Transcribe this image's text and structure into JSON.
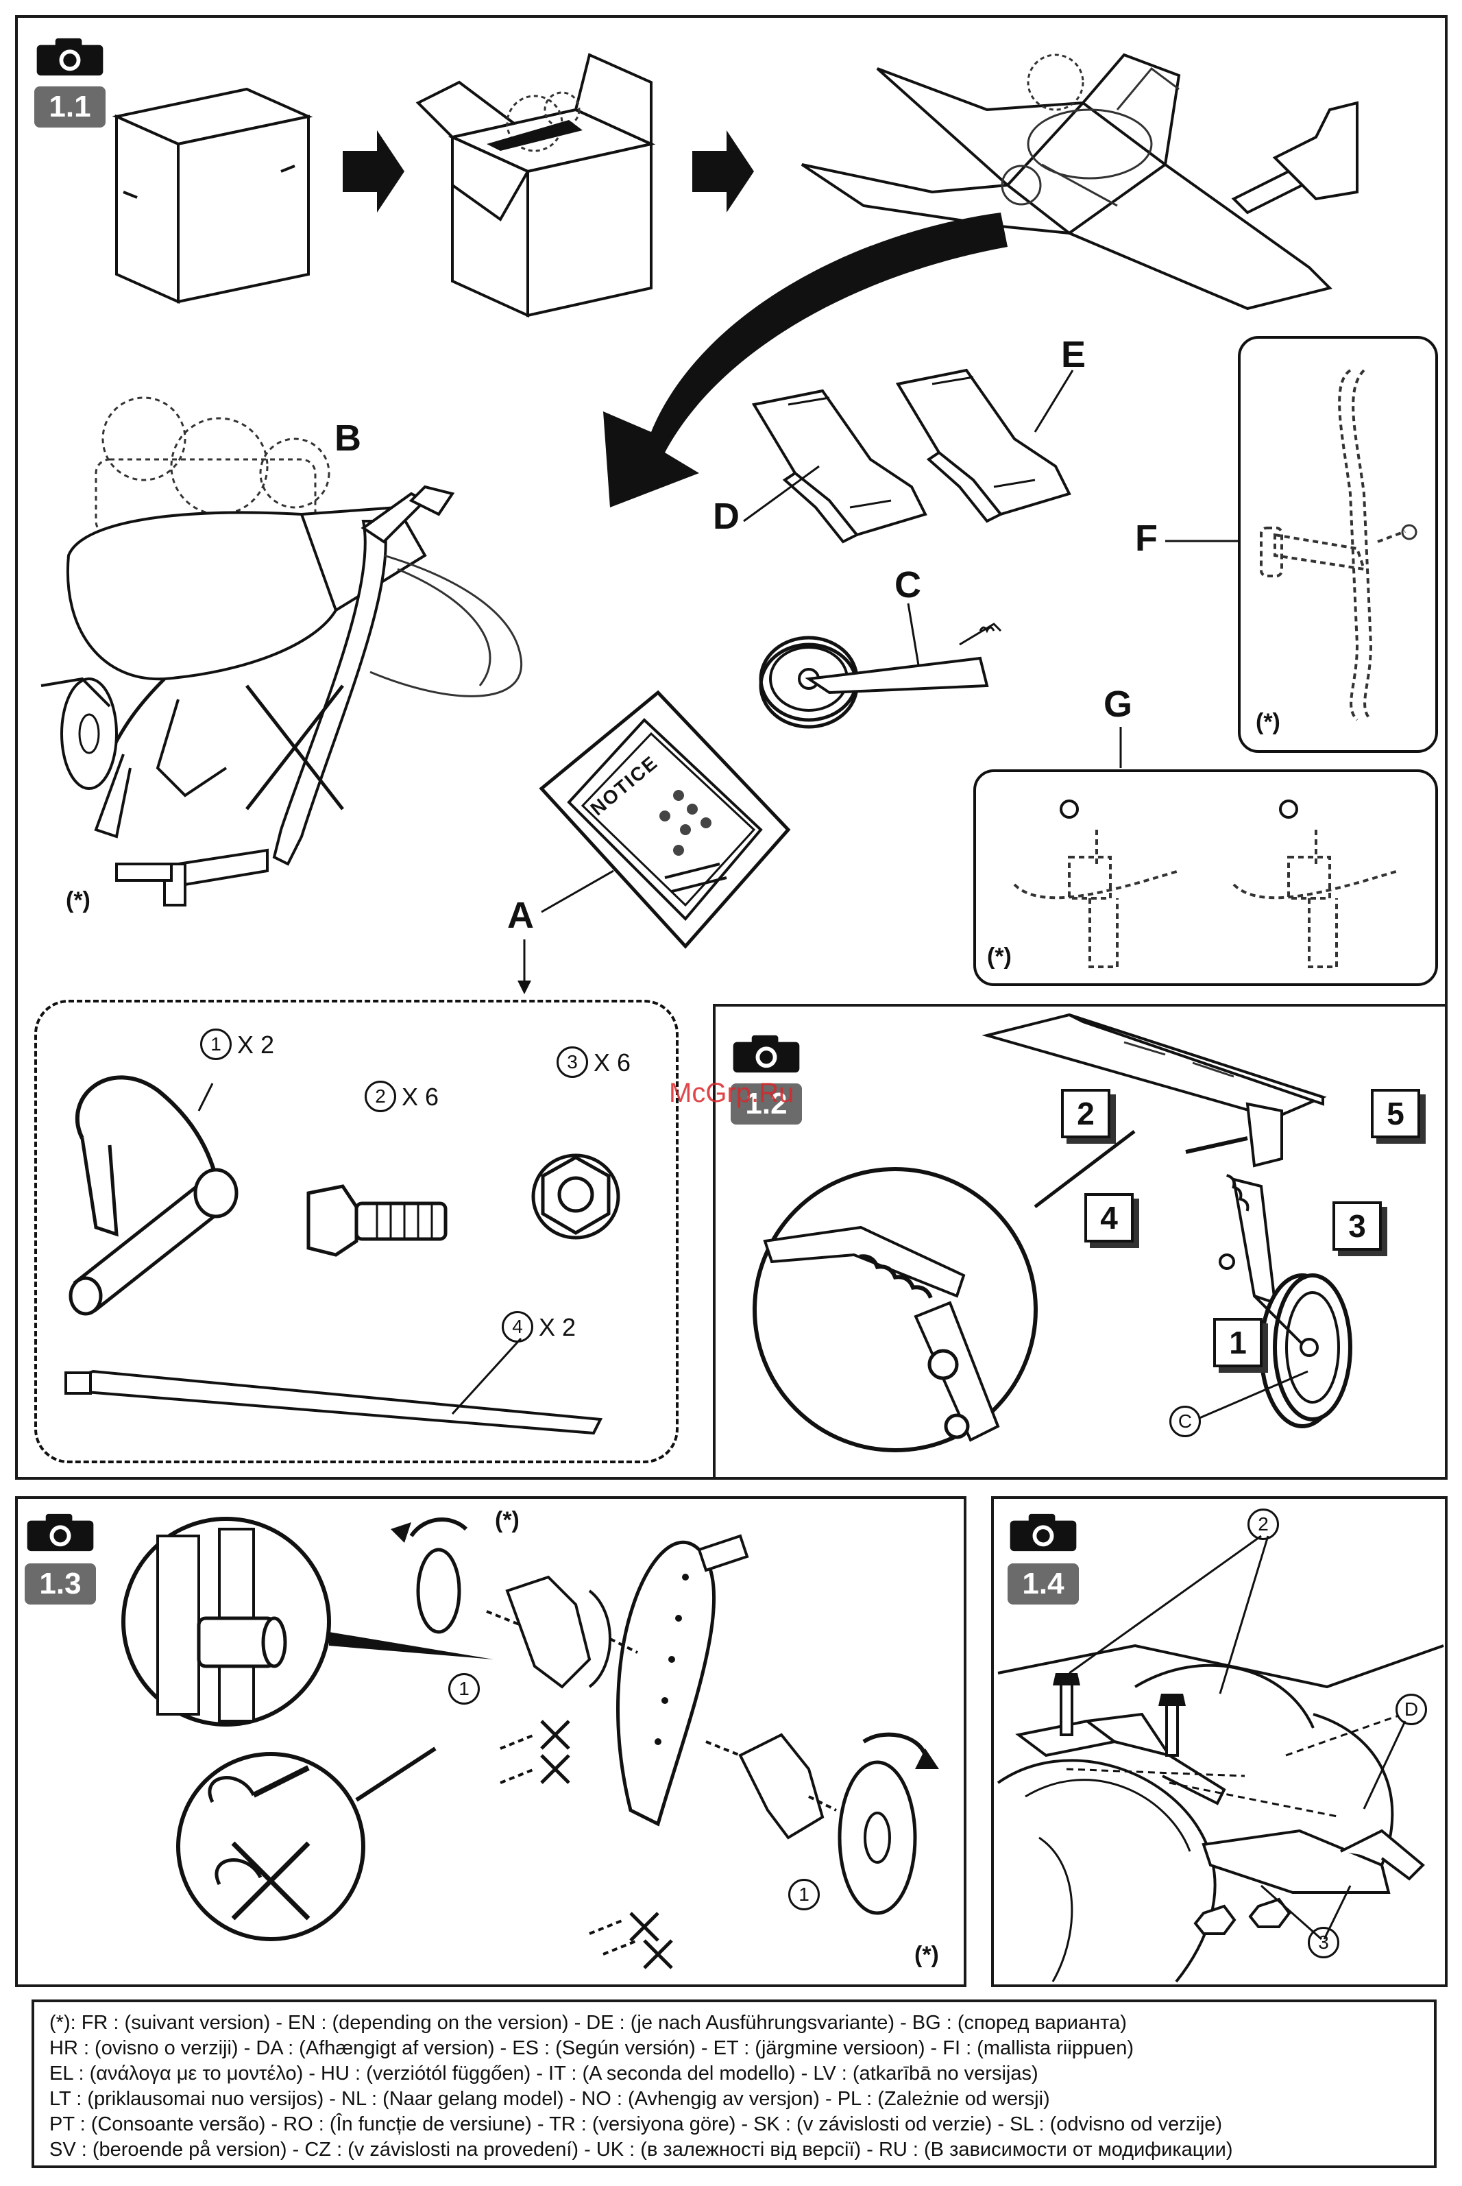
{
  "section_1_1": {
    "badge": "1.1",
    "labels": {
      "a": "A",
      "b": "B",
      "c": "C",
      "d": "D",
      "e": "E",
      "f": "F",
      "g": "G"
    },
    "notice_text": "NOTICE",
    "asterisk": "(*)"
  },
  "parts": [
    {
      "num": "1",
      "qty": "X 2"
    },
    {
      "num": "2",
      "qty": "X 6"
    },
    {
      "num": "3",
      "qty": "X 6"
    },
    {
      "num": "4",
      "qty": "X 2"
    }
  ],
  "section_1_2": {
    "badge": "1.2",
    "steps": [
      "1",
      "2",
      "3",
      "4",
      "5"
    ],
    "callout": "C"
  },
  "section_1_3": {
    "badge": "1.3",
    "callout_1": "1",
    "asterisk": "(*)"
  },
  "section_1_4": {
    "badge": "1.4",
    "callout_2": "2",
    "callout_3": "3",
    "callout_d": "D"
  },
  "watermark": "McGrp.Ru",
  "legend": [
    "(*): FR : (suivant version) - EN : (depending on the version) - DE : (je nach Ausführungsvariante) - BG : (според варианта)",
    "HR : (ovisno o verziji) - DA : (Afhængigt af version) - ES : (Según versión) - ET : (järgmine versioon) - FI : (mallista riippuen)",
    "EL : (ανάλογα με το μοντέλο) - HU : (verziótól függően) - IT : (A seconda del modello) - LV : (atkarībā no versijas)",
    "LT : (priklausomai nuo versijos) - NL : (Naar gelang model) - NO : (Avhengig av versjon) - PL : (Zależnie od wersji)",
    "PT : (Consoante versão) - RO : (În funcție de versiune) - TR : (versiyona göre) - SK : (v závislosti od verzie) - SL : (odvisno od verzije)",
    "SV : (beroende på version) - CZ : (v závislosti na provedení) - UK : (в залежності від версії) - RU : (В зависимости от модификации)"
  ]
}
